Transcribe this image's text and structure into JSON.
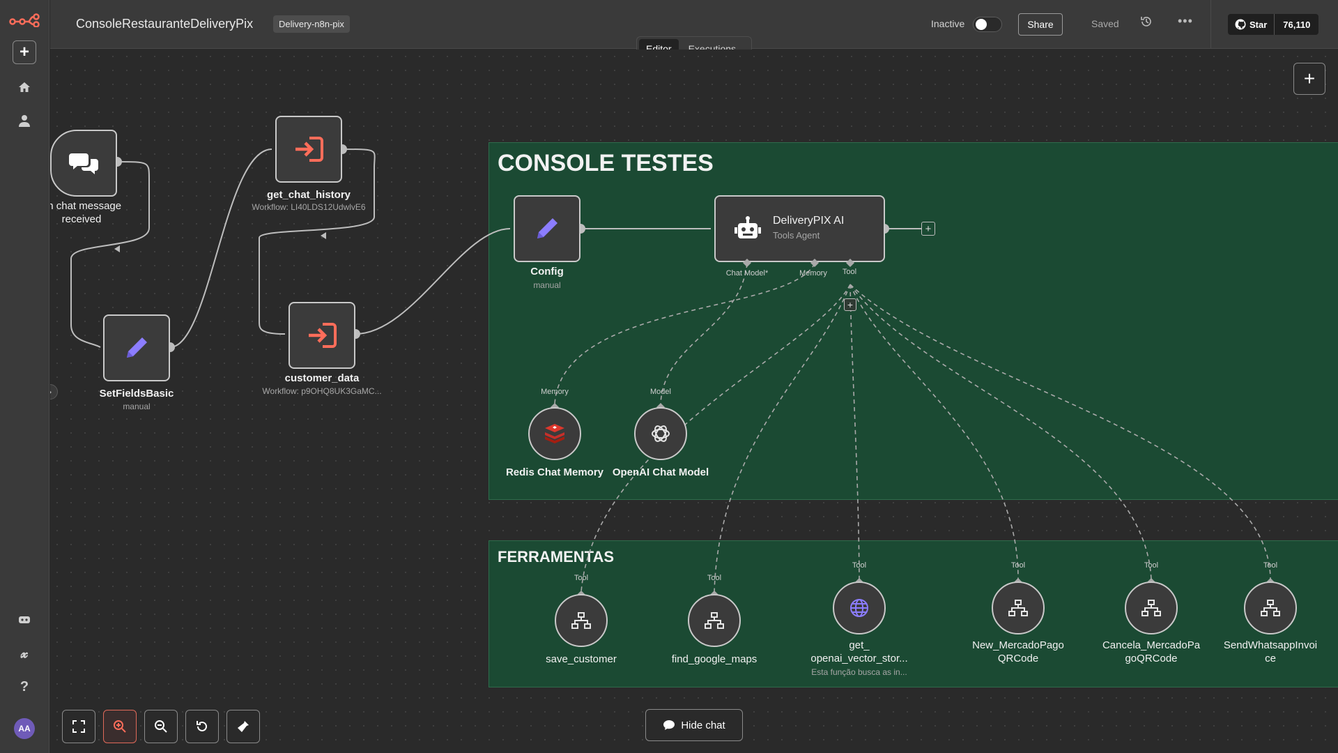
{
  "header": {
    "workflow_name": "ConsoleRestauranteDeliveryPix",
    "tag": "Delivery-n8n-pix",
    "status_label": "Inactive",
    "share_label": "Share",
    "saved_label": "Saved",
    "github_star_label": "Star",
    "github_stars": "76,110"
  },
  "tabs": [
    {
      "label": "Editor",
      "active": true
    },
    {
      "label": "Executions",
      "active": false
    }
  ],
  "sidebar": {
    "user_initials": "AA",
    "items": [
      "add",
      "home",
      "user",
      "templates",
      "variables",
      "help"
    ]
  },
  "stickies": {
    "console": "CONSOLE TESTES",
    "tools": "FERRAMENTAS"
  },
  "nodes": {
    "trigger": {
      "label": "en chat message received"
    },
    "get_chat_history": {
      "label": "get_chat_history",
      "sub": "Workflow: LI40LDS12UdwlvE6"
    },
    "setfields": {
      "label": "SetFieldsBasic",
      "sub": "manual"
    },
    "customer_data": {
      "label": "customer_data",
      "sub": "Workflow: p9OHQ8UK3GaMC..."
    },
    "config": {
      "label": "Config",
      "sub": "manual"
    },
    "agent": {
      "label": "DeliveryPIX AI",
      "sub": "Tools Agent"
    },
    "agent_ports": {
      "chat_model": "Chat Model*",
      "memory": "Memory",
      "tool": "Tool"
    },
    "redis": {
      "label": "Redis Chat Memory",
      "port": "Memory"
    },
    "openai": {
      "label": "OpenAI Chat Model",
      "port": "Model"
    },
    "tools": [
      {
        "label": "save_customer",
        "port": "Tool",
        "sub": ""
      },
      {
        "label": "find_google_maps",
        "port": "Tool",
        "sub": ""
      },
      {
        "label": "get_\nopenai_vector_stor...",
        "port": "Tool",
        "sub": "Esta função busca as in..."
      },
      {
        "label": "New_MercadoPago\nQRCode",
        "port": "Tool",
        "sub": ""
      },
      {
        "label": "Cancela_MercadoPa\ngoQRCode",
        "port": "Tool",
        "sub": ""
      },
      {
        "label": "SendWhatsappInvoi\nce",
        "port": "Tool",
        "sub": ""
      }
    ]
  },
  "controls": {
    "hide_chat": "Hide chat"
  },
  "colors": {
    "accent": "#ff6d5a",
    "sticky_green": "#1b4a33",
    "edit_icon": "#8c7dff"
  }
}
